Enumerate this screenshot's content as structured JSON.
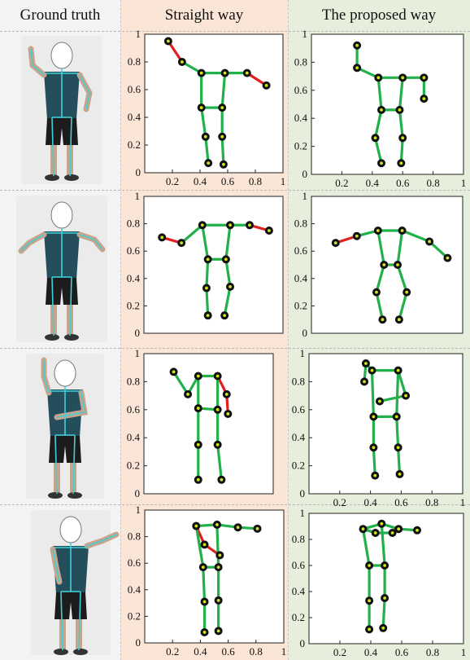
{
  "headers": {
    "ground_truth": "Ground truth",
    "straight": "Straight way",
    "proposed": "The proposed way"
  },
  "colors": {
    "col1_bg": "#f3f3f3",
    "col2_bg": "#fbe5d6",
    "col3_bg": "#e5efdc",
    "limb_ok": "#22b04b",
    "limb_err": "#e02020",
    "joint_outer": "#111111",
    "joint_inner": "#d4e61a",
    "skeleton_gt": "#3fd0d8"
  },
  "icons": [
    "person-photo"
  ],
  "chart_data": [
    {
      "type": "scatter",
      "name": "straight-row1",
      "xlim": [
        0,
        1
      ],
      "ylim": [
        0,
        1
      ],
      "yticks": [
        0,
        0.2,
        0.4,
        0.6,
        0.8,
        1
      ],
      "xticks": [
        0.2,
        0.4,
        0.6,
        0.8,
        1
      ],
      "show_xticks": true,
      "points": [
        [
          0.17,
          0.95
        ],
        [
          0.27,
          0.8
        ],
        [
          0.41,
          0.72
        ],
        [
          0.58,
          0.72
        ],
        [
          0.74,
          0.72
        ],
        [
          0.88,
          0.63
        ],
        [
          0.41,
          0.47
        ],
        [
          0.56,
          0.47
        ],
        [
          0.44,
          0.26
        ],
        [
          0.56,
          0.26
        ],
        [
          0.46,
          0.07
        ],
        [
          0.57,
          0.06
        ]
      ],
      "edges": [
        [
          0,
          1,
          "r"
        ],
        [
          1,
          2,
          "g"
        ],
        [
          2,
          3,
          "g"
        ],
        [
          3,
          4,
          "g"
        ],
        [
          4,
          5,
          "r"
        ],
        [
          2,
          6,
          "g"
        ],
        [
          3,
          7,
          "g"
        ],
        [
          6,
          7,
          "g"
        ],
        [
          6,
          8,
          "g"
        ],
        [
          7,
          9,
          "g"
        ],
        [
          8,
          10,
          "g"
        ],
        [
          9,
          11,
          "g"
        ]
      ]
    },
    {
      "type": "scatter",
      "name": "proposed-row1",
      "xlim": [
        0,
        1
      ],
      "ylim": [
        0,
        1
      ],
      "yticks": [
        0,
        0.2,
        0.4,
        0.6,
        0.8,
        1
      ],
      "xticks": [
        0.2,
        0.4,
        0.6,
        0.8,
        1
      ],
      "show_xticks": true,
      "points": [
        [
          0.3,
          0.92
        ],
        [
          0.3,
          0.76
        ],
        [
          0.44,
          0.69
        ],
        [
          0.6,
          0.69
        ],
        [
          0.74,
          0.69
        ],
        [
          0.74,
          0.54
        ],
        [
          0.46,
          0.46
        ],
        [
          0.58,
          0.46
        ],
        [
          0.42,
          0.26
        ],
        [
          0.6,
          0.26
        ],
        [
          0.46,
          0.08
        ],
        [
          0.59,
          0.08
        ]
      ],
      "edges": [
        [
          0,
          1,
          "g"
        ],
        [
          1,
          2,
          "g"
        ],
        [
          2,
          3,
          "g"
        ],
        [
          3,
          4,
          "g"
        ],
        [
          4,
          5,
          "g"
        ],
        [
          2,
          6,
          "g"
        ],
        [
          3,
          7,
          "g"
        ],
        [
          6,
          7,
          "g"
        ],
        [
          6,
          8,
          "g"
        ],
        [
          7,
          9,
          "g"
        ],
        [
          8,
          10,
          "g"
        ],
        [
          9,
          11,
          "g"
        ]
      ]
    },
    {
      "type": "scatter",
      "name": "straight-row2",
      "xlim": [
        0,
        1
      ],
      "ylim": [
        0,
        1
      ],
      "yticks": [
        0,
        0.2,
        0.4,
        0.6,
        0.8,
        1
      ],
      "xticks": [
        0.2,
        0.4,
        0.6,
        0.8,
        1
      ],
      "show_xticks": false,
      "points": [
        [
          0.13,
          0.7
        ],
        [
          0.27,
          0.66
        ],
        [
          0.42,
          0.79
        ],
        [
          0.62,
          0.79
        ],
        [
          0.76,
          0.79
        ],
        [
          0.9,
          0.75
        ],
        [
          0.46,
          0.54
        ],
        [
          0.59,
          0.54
        ],
        [
          0.45,
          0.33
        ],
        [
          0.62,
          0.34
        ],
        [
          0.46,
          0.13
        ],
        [
          0.58,
          0.13
        ]
      ],
      "edges": [
        [
          0,
          1,
          "r"
        ],
        [
          1,
          2,
          "g"
        ],
        [
          2,
          3,
          "g"
        ],
        [
          3,
          4,
          "g"
        ],
        [
          4,
          5,
          "r"
        ],
        [
          2,
          6,
          "g"
        ],
        [
          3,
          7,
          "g"
        ],
        [
          6,
          7,
          "g"
        ],
        [
          6,
          8,
          "g"
        ],
        [
          7,
          9,
          "g"
        ],
        [
          8,
          10,
          "g"
        ],
        [
          9,
          11,
          "g"
        ]
      ]
    },
    {
      "type": "scatter",
      "name": "proposed-row2",
      "xlim": [
        0,
        1
      ],
      "ylim": [
        0,
        1
      ],
      "yticks": [
        0,
        0.2,
        0.4,
        0.6,
        0.8,
        1
      ],
      "xticks": [
        0.2,
        0.4,
        0.6,
        0.8,
        1
      ],
      "show_xticks": false,
      "points": [
        [
          0.16,
          0.66
        ],
        [
          0.3,
          0.71
        ],
        [
          0.44,
          0.75
        ],
        [
          0.6,
          0.75
        ],
        [
          0.78,
          0.67
        ],
        [
          0.9,
          0.55
        ],
        [
          0.48,
          0.5
        ],
        [
          0.57,
          0.5
        ],
        [
          0.43,
          0.3
        ],
        [
          0.63,
          0.3
        ],
        [
          0.47,
          0.1
        ],
        [
          0.58,
          0.1
        ]
      ],
      "edges": [
        [
          0,
          1,
          "r"
        ],
        [
          1,
          2,
          "g"
        ],
        [
          2,
          3,
          "g"
        ],
        [
          3,
          4,
          "g"
        ],
        [
          4,
          5,
          "g"
        ],
        [
          2,
          6,
          "g"
        ],
        [
          3,
          7,
          "g"
        ],
        [
          6,
          7,
          "g"
        ],
        [
          6,
          8,
          "g"
        ],
        [
          7,
          9,
          "g"
        ],
        [
          8,
          10,
          "g"
        ],
        [
          9,
          11,
          "g"
        ]
      ]
    },
    {
      "type": "scatter",
      "name": "straight-row3",
      "xlim": [
        0,
        1
      ],
      "ylim": [
        0,
        1
      ],
      "yticks": [
        0,
        0.2,
        0.4,
        0.6,
        0.8,
        1
      ],
      "xticks": [
        0.2,
        0.4,
        0.6,
        0.8,
        1
      ],
      "show_xticks": false,
      "points": [
        [
          0.23,
          0.87
        ],
        [
          0.34,
          0.71
        ],
        [
          0.42,
          0.84
        ],
        [
          0.57,
          0.84
        ],
        [
          0.64,
          0.71
        ],
        [
          0.65,
          0.57
        ],
        [
          0.42,
          0.61
        ],
        [
          0.57,
          0.6
        ],
        [
          0.42,
          0.35
        ],
        [
          0.57,
          0.35
        ],
        [
          0.42,
          0.1
        ],
        [
          0.6,
          0.1
        ]
      ],
      "edges": [
        [
          0,
          1,
          "g"
        ],
        [
          1,
          2,
          "g"
        ],
        [
          2,
          3,
          "g"
        ],
        [
          3,
          4,
          "r"
        ],
        [
          4,
          5,
          "r"
        ],
        [
          2,
          6,
          "g"
        ],
        [
          3,
          7,
          "g"
        ],
        [
          6,
          7,
          "g"
        ],
        [
          6,
          8,
          "g"
        ],
        [
          7,
          9,
          "g"
        ],
        [
          8,
          10,
          "g"
        ],
        [
          9,
          11,
          "g"
        ]
      ]
    },
    {
      "type": "scatter",
      "name": "proposed-row3",
      "xlim": [
        0,
        1
      ],
      "ylim": [
        0,
        1
      ],
      "yticks": [
        0,
        0.2,
        0.4,
        0.6,
        0.8,
        1
      ],
      "xticks": [
        0.2,
        0.4,
        0.6,
        0.8,
        1
      ],
      "show_xticks": true,
      "points": [
        [
          0.37,
          0.93
        ],
        [
          0.36,
          0.8
        ],
        [
          0.41,
          0.88
        ],
        [
          0.58,
          0.88
        ],
        [
          0.63,
          0.7
        ],
        [
          0.46,
          0.66
        ],
        [
          0.42,
          0.55
        ],
        [
          0.57,
          0.55
        ],
        [
          0.42,
          0.33
        ],
        [
          0.58,
          0.33
        ],
        [
          0.43,
          0.13
        ],
        [
          0.59,
          0.14
        ]
      ],
      "edges": [
        [
          0,
          1,
          "g"
        ],
        [
          0,
          2,
          "g"
        ],
        [
          2,
          3,
          "g"
        ],
        [
          3,
          4,
          "g"
        ],
        [
          4,
          5,
          "g"
        ],
        [
          2,
          6,
          "g"
        ],
        [
          3,
          7,
          "g"
        ],
        [
          6,
          7,
          "g"
        ],
        [
          6,
          8,
          "g"
        ],
        [
          7,
          9,
          "g"
        ],
        [
          8,
          10,
          "g"
        ],
        [
          9,
          11,
          "g"
        ]
      ]
    },
    {
      "type": "scatter",
      "name": "straight-row4",
      "xlim": [
        0,
        1
      ],
      "ylim": [
        0,
        1
      ],
      "yticks": [
        0,
        0.2,
        0.4,
        0.6,
        0.8,
        1
      ],
      "xticks": [
        0.2,
        0.4,
        0.6,
        0.8,
        1
      ],
      "show_xticks": true,
      "points": [
        [
          0.37,
          0.88
        ],
        [
          0.52,
          0.89
        ],
        [
          0.67,
          0.87
        ],
        [
          0.81,
          0.86
        ],
        [
          0.43,
          0.74
        ],
        [
          0.54,
          0.66
        ],
        [
          0.42,
          0.57
        ],
        [
          0.53,
          0.57
        ],
        [
          0.43,
          0.31
        ],
        [
          0.53,
          0.32
        ],
        [
          0.43,
          0.08
        ],
        [
          0.53,
          0.09
        ]
      ],
      "edges": [
        [
          0,
          1,
          "g"
        ],
        [
          1,
          2,
          "g"
        ],
        [
          2,
          3,
          "g"
        ],
        [
          0,
          4,
          "r"
        ],
        [
          4,
          5,
          "r"
        ],
        [
          0,
          6,
          "g"
        ],
        [
          1,
          7,
          "g"
        ],
        [
          6,
          7,
          "g"
        ],
        [
          6,
          8,
          "g"
        ],
        [
          7,
          9,
          "g"
        ],
        [
          8,
          10,
          "g"
        ],
        [
          9,
          11,
          "g"
        ]
      ]
    },
    {
      "type": "scatter",
      "name": "proposed-row4",
      "xlim": [
        0,
        1
      ],
      "ylim": [
        0,
        1
      ],
      "yticks": [
        0,
        0.2,
        0.4,
        0.6,
        0.8,
        1
      ],
      "xticks": [
        0.2,
        0.4,
        0.6,
        0.8,
        1
      ],
      "show_xticks": true,
      "points": [
        [
          0.35,
          0.88
        ],
        [
          0.47,
          0.92
        ],
        [
          0.58,
          0.88
        ],
        [
          0.7,
          0.87
        ],
        [
          0.43,
          0.85
        ],
        [
          0.54,
          0.85
        ],
        [
          0.39,
          0.6
        ],
        [
          0.49,
          0.6
        ],
        [
          0.39,
          0.33
        ],
        [
          0.49,
          0.35
        ],
        [
          0.39,
          0.11
        ],
        [
          0.48,
          0.12
        ]
      ],
      "edges": [
        [
          0,
          1,
          "g"
        ],
        [
          1,
          2,
          "g"
        ],
        [
          2,
          3,
          "g"
        ],
        [
          0,
          4,
          "g"
        ],
        [
          4,
          5,
          "g"
        ],
        [
          0,
          6,
          "g"
        ],
        [
          1,
          7,
          "g"
        ],
        [
          6,
          7,
          "g"
        ],
        [
          6,
          8,
          "g"
        ],
        [
          7,
          9,
          "g"
        ],
        [
          8,
          10,
          "g"
        ],
        [
          9,
          11,
          "g"
        ]
      ]
    }
  ]
}
